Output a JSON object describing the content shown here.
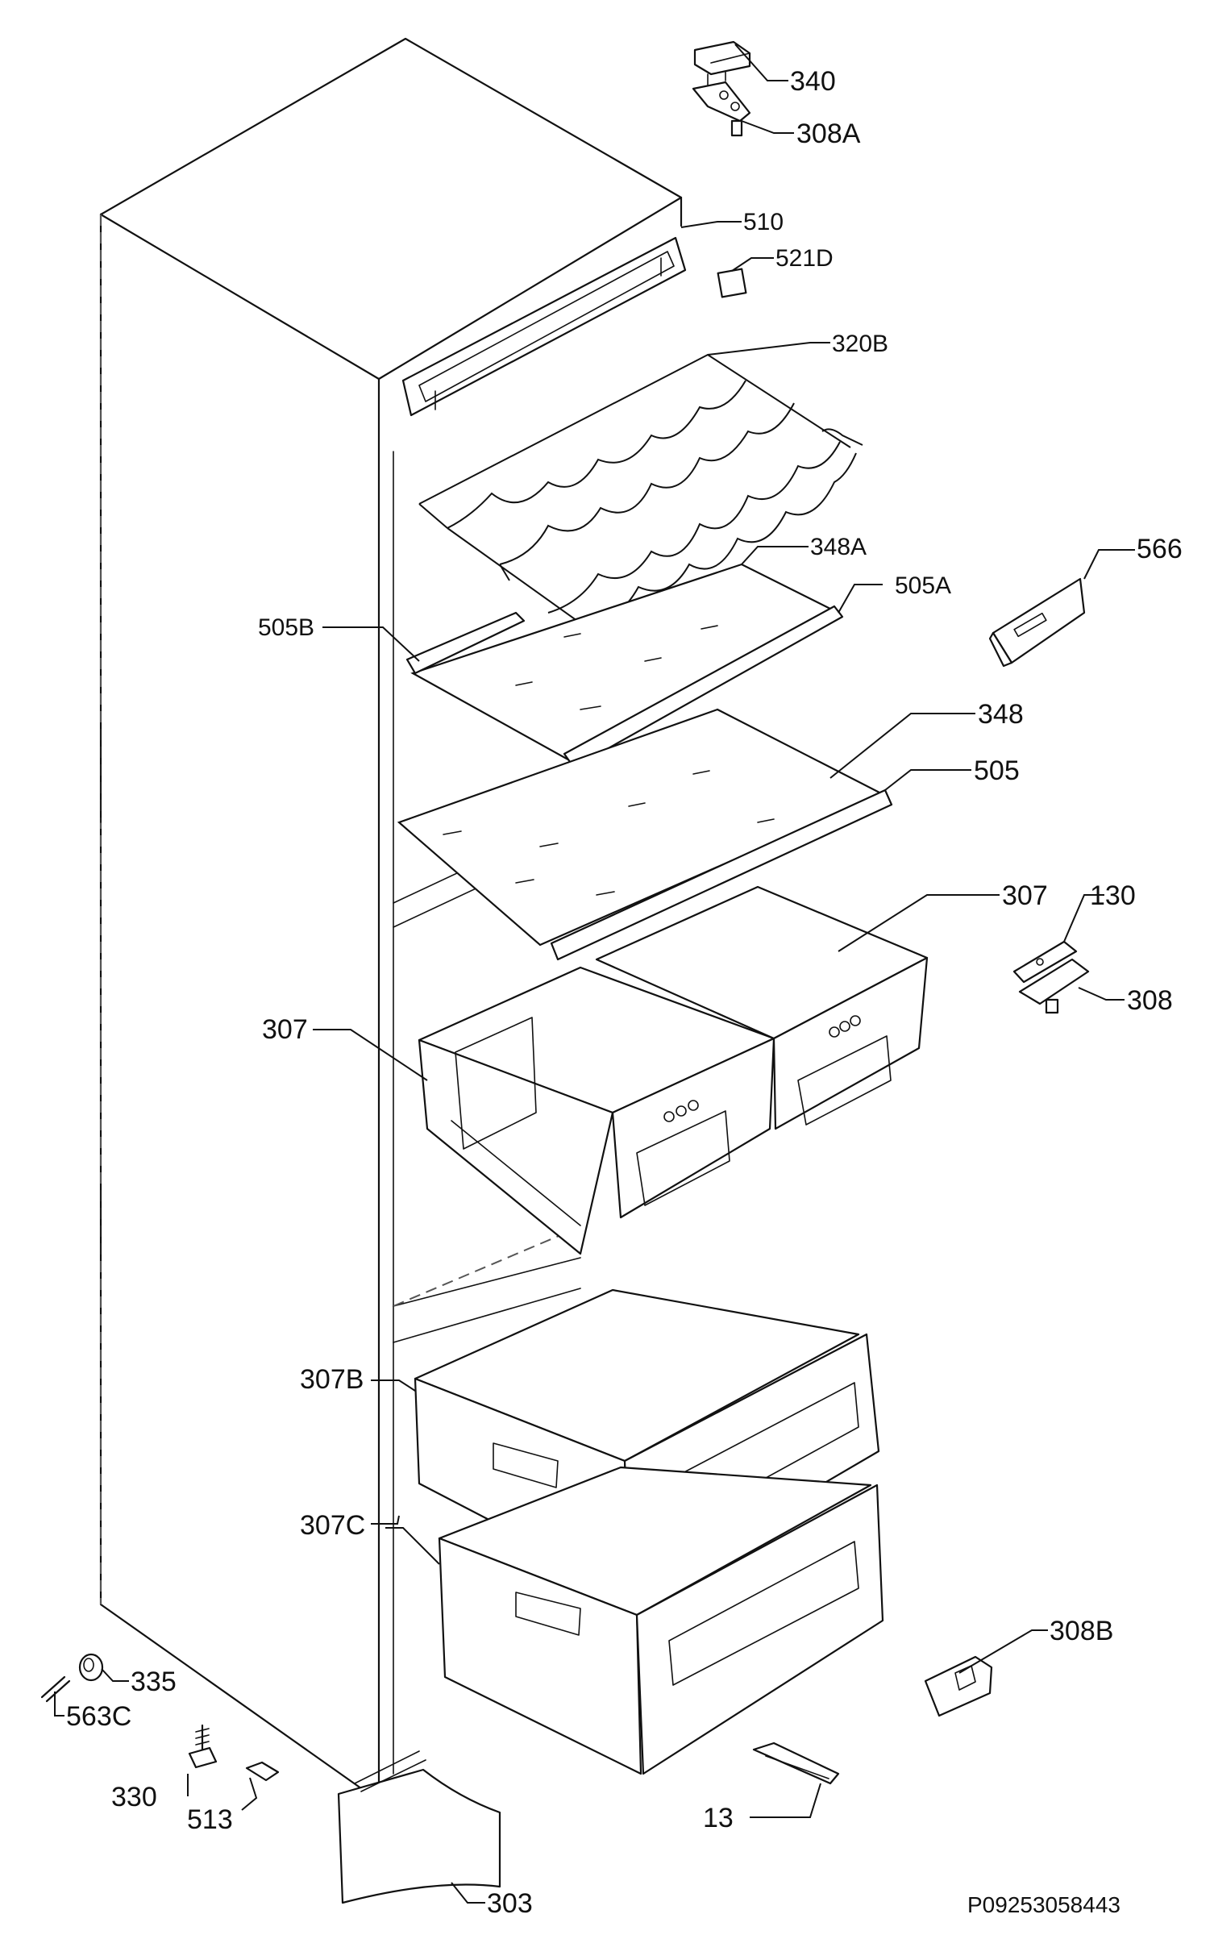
{
  "figure": {
    "reference": "P09253058443"
  },
  "labels": [
    {
      "id": "340",
      "text": "340"
    },
    {
      "id": "308A",
      "text": "308A"
    },
    {
      "id": "510",
      "text": "510"
    },
    {
      "id": "521D",
      "text": "521D"
    },
    {
      "id": "320B",
      "text": "320B"
    },
    {
      "id": "348A",
      "text": "348A"
    },
    {
      "id": "505A",
      "text": "505A"
    },
    {
      "id": "505B",
      "text": "505B"
    },
    {
      "id": "566",
      "text": "566"
    },
    {
      "id": "348",
      "text": "348"
    },
    {
      "id": "505",
      "text": "505"
    },
    {
      "id": "307-right",
      "text": "307"
    },
    {
      "id": "130",
      "text": "130"
    },
    {
      "id": "308",
      "text": "308"
    },
    {
      "id": "307-left",
      "text": "307"
    },
    {
      "id": "307B",
      "text": "307B"
    },
    {
      "id": "307C",
      "text": "307C"
    },
    {
      "id": "335",
      "text": "335"
    },
    {
      "id": "563C",
      "text": "563C"
    },
    {
      "id": "308B",
      "text": "308B"
    },
    {
      "id": "330",
      "text": "330"
    },
    {
      "id": "513",
      "text": "513"
    },
    {
      "id": "13",
      "text": "13"
    },
    {
      "id": "303",
      "text": "303"
    }
  ]
}
